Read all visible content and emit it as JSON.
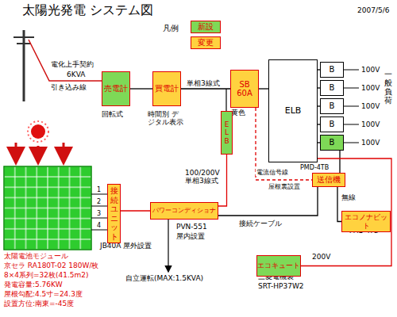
{
  "diagram": {
    "title": "太陽光発電 システム図",
    "nodes": [
      {
        "text": [
          "売電計"
        ]
      },
      {
        "text": [
          "買電計"
        ]
      },
      {
        "text": [
          "SB 60A"
        ]
      },
      {
        "text": [
          "ELB"
        ]
      },
      {
        "text": [
          "B"
        ]
      },
      {
        "text": [
          "B"
        ]
      },
      {
        "text": [
          "B"
        ]
      },
      {
        "text": [
          "B"
        ]
      },
      {
        "text": [
          "B"
        ]
      },
      {
        "text": [
          "ELB"
        ]
      },
      {
        "text": [
          "送信機"
        ]
      },
      {
        "text": [
          "エコノナビット"
        ]
      },
      {
        "text": [
          "接続ユニット"
        ]
      },
      {
        "text": [
          "パワーコンディショナ"
        ]
      },
      {
        "text": [
          "エコキュート"
        ]
      }
    ],
    "edges": [
      {
        "from": 0,
        "to": 1,
        "arrow": "none"
      },
      {
        "from": 1,
        "to": 2,
        "label": "単相3線式",
        "arrow": "none"
      },
      {
        "from": 2,
        "to": 3,
        "arrow": "none"
      },
      {
        "from": 3,
        "to": 4,
        "arrow": "none"
      },
      {
        "from": 3,
        "to": 5,
        "arrow": "none"
      },
      {
        "from": 3,
        "to": 6,
        "arrow": "none"
      },
      {
        "from": 3,
        "to": 7,
        "arrow": "none"
      },
      {
        "from": 3,
        "to": 8,
        "arrow": "none"
      },
      {
        "from": 2,
        "to": 10,
        "label": "電流信号線",
        "arrow": "none"
      },
      {
        "from": 9,
        "to": 13,
        "label": "100/200V 単相3線式",
        "arrow": "none"
      },
      {
        "from": 8,
        "to": 10,
        "arrow": "none"
      },
      {
        "from": 10,
        "to": 13,
        "label": "接続ケーブル",
        "arrow": "none"
      },
      {
        "from": 10,
        "to": 11,
        "label": "無線",
        "arrow": "none"
      },
      {
        "from": 3,
        "to": 14,
        "label": "200V",
        "arrow": "none"
      },
      {
        "from": 12,
        "to": 13,
        "arrow": "none"
      }
    ],
    "labels": [
      "2007/5/6",
      "凡例",
      "電化上手契約",
      "6KVA",
      "引き込み線",
      "回転式",
      "時間別 デジタル表示",
      "黄色",
      "100V",
      "100V",
      "100V",
      "100V",
      "100V",
      "一般負荷",
      "PMD-4TB",
      "屋根裏設置",
      "PMD-47B",
      "1",
      "2",
      "3",
      "4",
      "JB40A 屋外設置",
      "PVN-551",
      "屋内設置",
      "自立運転(MAX:1.5KVA)",
      "三菱電機製",
      "SRT-HP37W2",
      "太陽電池モジュール",
      "京セラ RA180T-02 180W/枚",
      "8×4系列=32枚(41.5m2)",
      "発電容量:5.76KW",
      "屋根勾配:4.5寸=24.3度",
      "設置方位:南東=-45度"
    ],
    "legend": [
      {
        "text": "新設",
        "color": "#7ed957"
      },
      {
        "text": "変更",
        "color": "#ffd23f"
      }
    ]
  }
}
